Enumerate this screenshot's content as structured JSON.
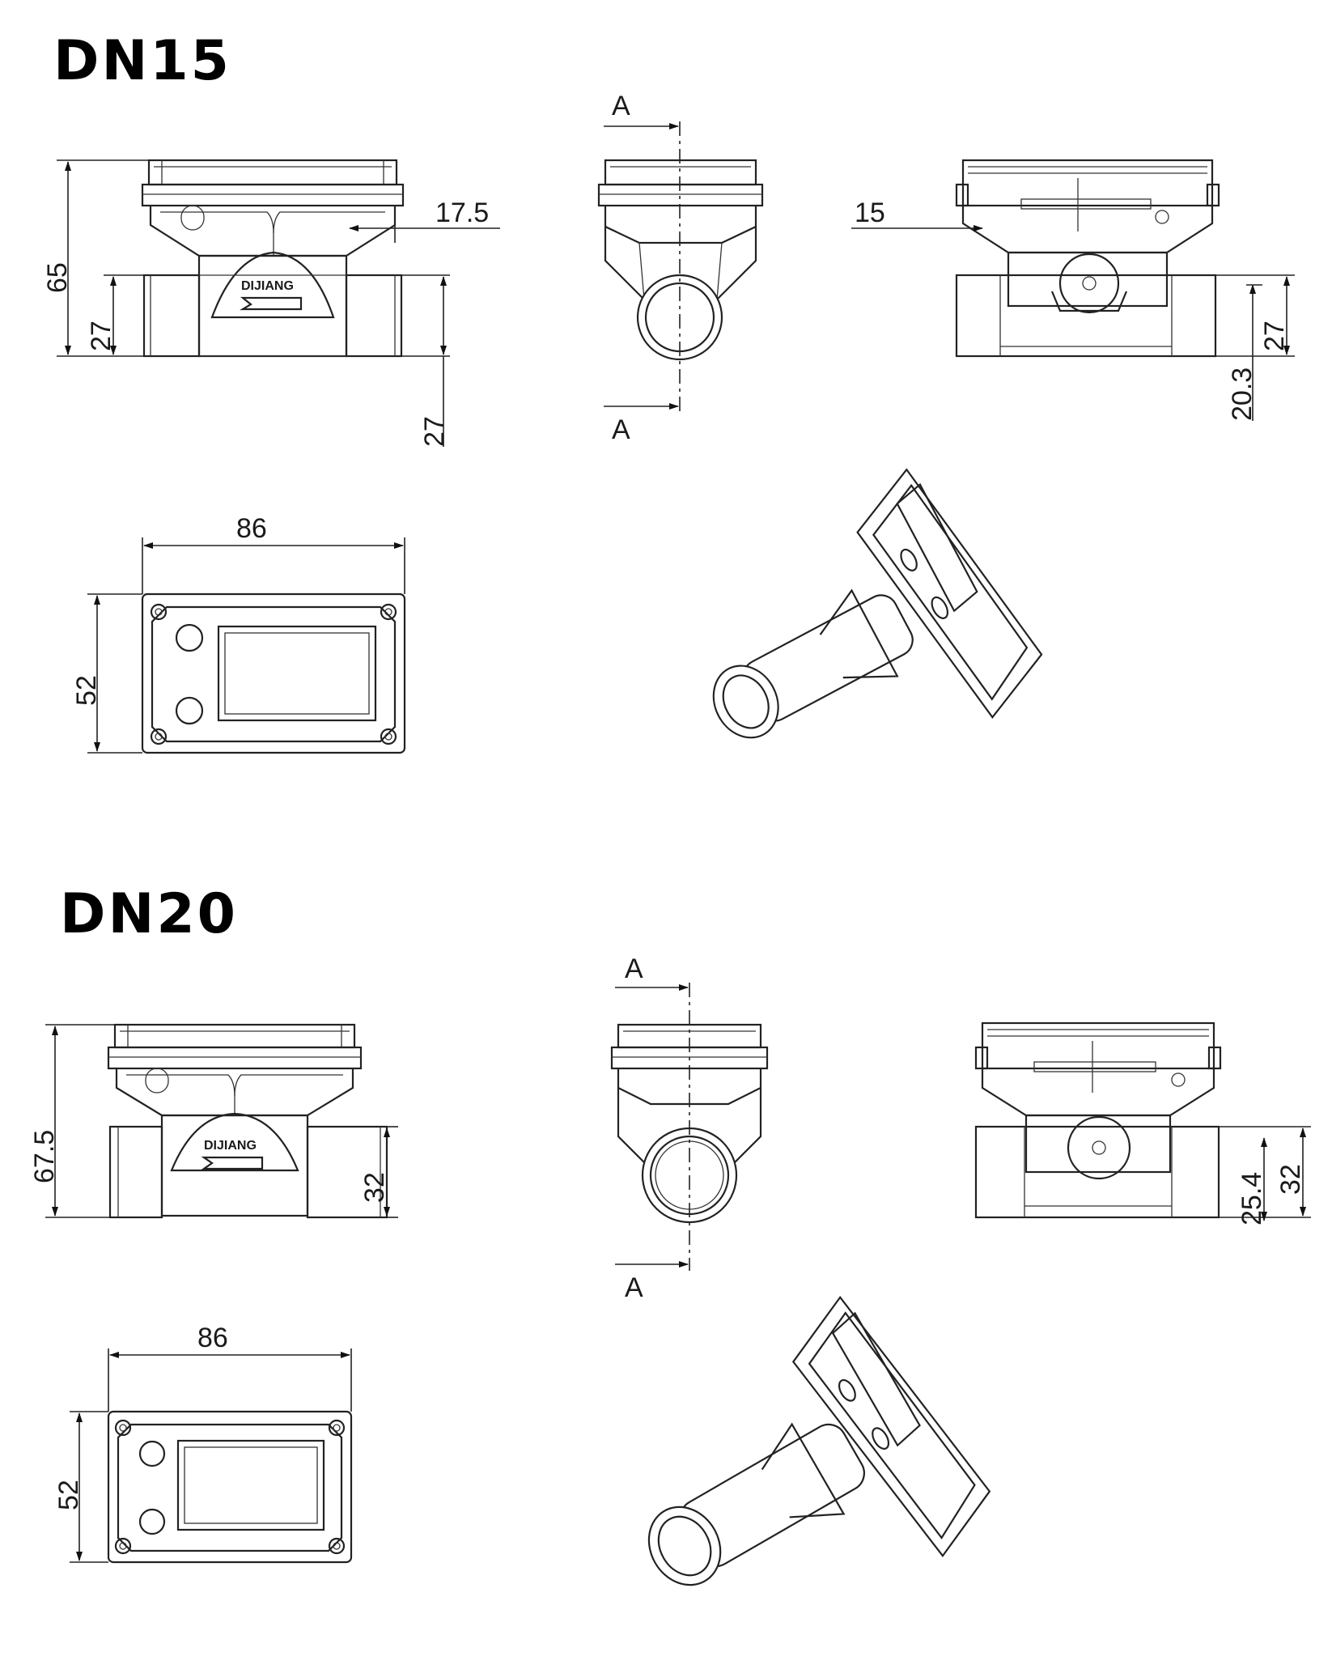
{
  "sections": [
    {
      "title": "DN15",
      "front": {
        "height": "65",
        "pipe": "27",
        "pipe_lower": "27",
        "offset": "17.5",
        "brand": "DIJIANG"
      },
      "side": {
        "section_top": "A",
        "section_bottom": "A"
      },
      "back": {
        "offset": "15",
        "pipe": "27",
        "inner": "20.3"
      },
      "plan": {
        "width": "86",
        "height": "52"
      }
    },
    {
      "title": "DN20",
      "front": {
        "height": "67.5",
        "pipe": "32",
        "brand": "DIJIANG"
      },
      "side": {
        "section_top": "A",
        "section_bottom": "A"
      },
      "back": {
        "pipe": "32",
        "inner": "25.4"
      },
      "plan": {
        "width": "86",
        "height": "52"
      }
    }
  ]
}
